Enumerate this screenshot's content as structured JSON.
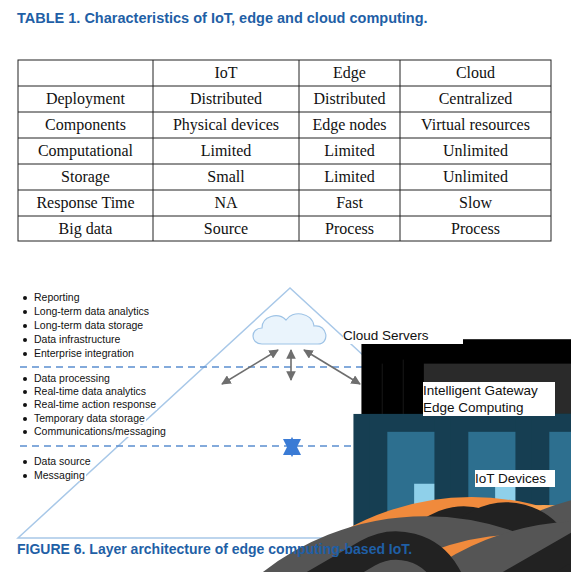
{
  "diagram": {
    "title": "TABLE 1. Characteristics of IoT, edge and cloud computing.",
    "caption": "FIGURE 6. Layer architecture of edge computing-based IoT.",
    "nodes": [
      {
        "text": [
          "Reporting",
          "Long-term data analytics",
          "Long-term data storage",
          "Data infrastructure",
          "Enterprise integration",
          "Cloud Servers"
        ]
      },
      {
        "text": [
          "Data processing",
          "Real-time data analytics",
          "Real-time action response",
          "Temporary data storage",
          "Communications/messaging",
          "Intelligent Gateway Edge Computing"
        ]
      },
      {
        "text": [
          "Data source",
          "Messaging",
          "IoT Devices"
        ]
      }
    ],
    "edges": [
      {
        "from": 1,
        "to": 2,
        "arrow": "both"
      }
    ],
    "labels": [
      "IoT",
      "Edge",
      "Cloud",
      "Deployment",
      "Distributed",
      "Distributed",
      "Centralized",
      "Components",
      "Physical devices",
      "Edge nodes",
      "Virtual resources",
      "Computational",
      "Limited",
      "Limited",
      "Unlimited",
      "Storage",
      "Small",
      "Limited",
      "Unlimited",
      "Response Time",
      "NA",
      "Fast",
      "Slow",
      "Big data",
      "Source",
      "Process",
      "Process"
    ]
  }
}
